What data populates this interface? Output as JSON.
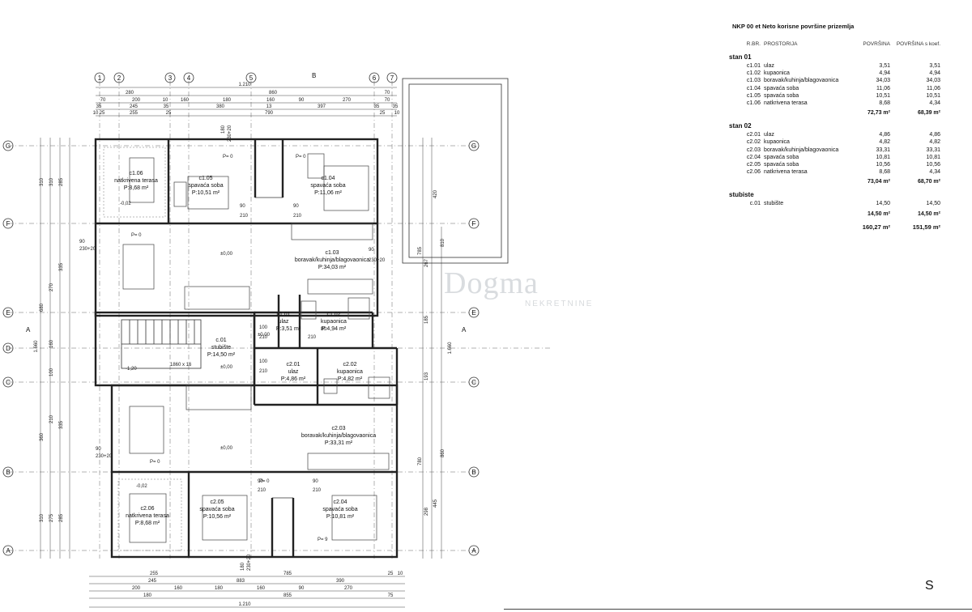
{
  "table": {
    "title": "NKP 00 et Neto korisne površine prizemlja",
    "headers": [
      "R.BR.",
      "PROSTORIJA",
      "POVRŠINA",
      "POVRŠINA s koef."
    ],
    "sections": [
      {
        "name": "stan 01",
        "rows": [
          [
            "c1.01",
            "ulaz",
            "3,51",
            "3,51"
          ],
          [
            "c1.02",
            "kupaonica",
            "4,94",
            "4,94"
          ],
          [
            "c1.03",
            "boravak/kuhinja/blagovaonica",
            "34,03",
            "34,03"
          ],
          [
            "c1.04",
            "spavaća soba",
            "11,06",
            "11,06"
          ],
          [
            "c1.05",
            "spavaća soba",
            "10,51",
            "10,51"
          ],
          [
            "c1.06",
            "natkrivena terasa",
            "8,68",
            "4,34"
          ]
        ],
        "total": [
          "72,73 m²",
          "68,39 m²"
        ]
      },
      {
        "name": "stan 02",
        "rows": [
          [
            "c2.01",
            "ulaz",
            "4,86",
            "4,86"
          ],
          [
            "c2.02",
            "kupaonica",
            "4,82",
            "4,82"
          ],
          [
            "c2.03",
            "boravak/kuhinja/blagovaonica",
            "33,31",
            "33,31"
          ],
          [
            "c2.04",
            "spavaća soba",
            "10,81",
            "10,81"
          ],
          [
            "c2.05",
            "spavaća soba",
            "10,56",
            "10,56"
          ],
          [
            "c2.06",
            "natkrivena terasa",
            "8,68",
            "4,34"
          ]
        ],
        "total": [
          "73,04 m²",
          "68,70 m²"
        ]
      },
      {
        "name": "stubiste",
        "rows": [
          [
            "c.01",
            "stubište",
            "14,50",
            "14,50"
          ]
        ],
        "total": [
          "14,50 m²",
          "14,50 m²"
        ]
      }
    ],
    "grand_total": [
      "160,27 m²",
      "151,59 m²"
    ]
  },
  "plan": {
    "axis_cols": [
      "1",
      "2",
      "3",
      "4",
      "5",
      "6",
      "7"
    ],
    "axis_rows": [
      "G",
      "F",
      "E",
      "D",
      "C",
      "B",
      "A"
    ],
    "section_marks": [
      "B",
      "A",
      "A"
    ],
    "rooms": [
      {
        "id": "c1.06",
        "name": "natkrivena terasa",
        "area": "P:8,68 m²"
      },
      {
        "id": "c1.05",
        "name": "spavaća soba",
        "area": "P:10,51 m²"
      },
      {
        "id": "c1.04",
        "name": "spavaća soba",
        "area": "P:11,06 m²"
      },
      {
        "id": "c1.03",
        "name": "boravak/kuhinja/blagovaonica",
        "area": "P:34,03 m²"
      },
      {
        "id": "c1.01",
        "name": "ulaz",
        "area": "P:3,51 m²"
      },
      {
        "id": "c1.02",
        "name": "kupaonica",
        "area": "P:4,94 m²"
      },
      {
        "id": "c.01",
        "name": "stubište",
        "area": "P:14,50 m²"
      },
      {
        "id": "c2.01",
        "name": "ulaz",
        "area": "P:4,86 m²"
      },
      {
        "id": "c2.02",
        "name": "kupaonica",
        "area": "P:4,82 m²"
      },
      {
        "id": "c2.03",
        "name": "boravak/kuhinja/blagovaonica",
        "area": "P:33,31 m²"
      },
      {
        "id": "c2.05",
        "name": "spavaća soba",
        "area": "P:10,56 m²"
      },
      {
        "id": "c2.04",
        "name": "spavaća soba",
        "area": "P:10,81 m²"
      },
      {
        "id": "c2.06",
        "name": "natkrivena terasa",
        "area": "P:8,68 m²"
      }
    ],
    "levels": [
      "±0,00",
      "±0,00",
      "±0,00",
      "±0,00",
      "-0,02",
      "-0,02",
      "-1,20"
    ],
    "p_marks": [
      "P= 0",
      "P= 0",
      "P= 0",
      "P= 0",
      "P= 0",
      "P= 9"
    ],
    "top_dims": {
      "total": "1.210",
      "row1": [
        "280",
        "860",
        "70"
      ],
      "row2": [
        "70",
        "200",
        "10",
        "160",
        "180",
        "160",
        "90",
        "270",
        "70"
      ],
      "row3": [
        "35",
        "245",
        "35",
        "380",
        "13",
        "397",
        "35",
        "35"
      ],
      "row4": [
        "10",
        "25",
        "255",
        "25",
        "790",
        "25",
        "10"
      ]
    },
    "bottom_dims": {
      "row1": [
        "255",
        "785",
        "25",
        "10"
      ],
      "row2": [
        "245",
        "883",
        "390"
      ],
      "row3": [
        "200",
        "160",
        "180",
        "160",
        "90",
        "270"
      ],
      "row4": [
        "180",
        "855",
        "75"
      ],
      "total": "1.210"
    },
    "left_dims": [
      "310",
      "310",
      "285",
      "335",
      "270",
      "680",
      "160",
      "100",
      "1.660",
      "210",
      "360",
      "335",
      "310",
      "275",
      "285"
    ],
    "right_dims": [
      "420",
      "785",
      "810",
      "267",
      "185",
      "1.660",
      "193",
      "780",
      "860",
      "298",
      "445"
    ],
    "door_dims": [
      "90",
      "210",
      "90",
      "210",
      "100",
      "210",
      "80",
      "210",
      "100",
      "210",
      "90",
      "210",
      "90",
      "210"
    ],
    "window_dims": [
      "180",
      "230+20",
      "90",
      "230+20",
      "90",
      "230+20",
      "90",
      "230+20",
      "180",
      "230+20"
    ],
    "stair_note": "1860 x 16"
  },
  "watermark": {
    "name": "Dogma",
    "sub": "NEKRETNINE"
  },
  "north_mark": "S"
}
